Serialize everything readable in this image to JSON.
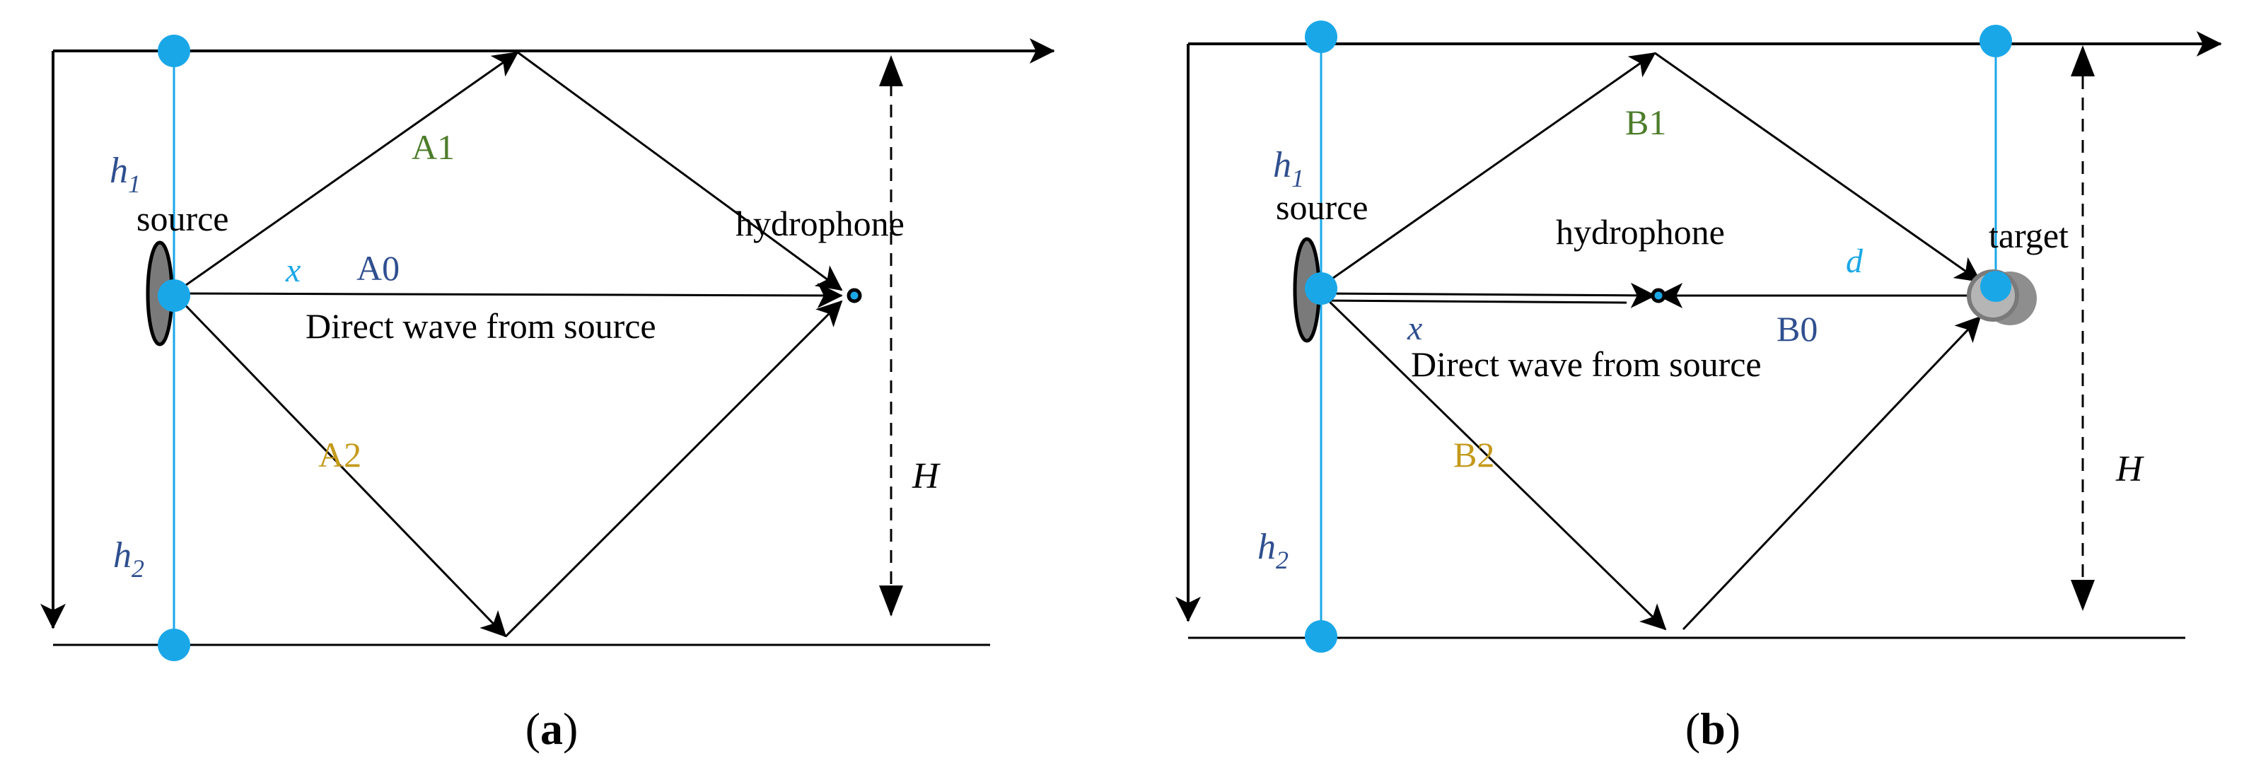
{
  "colors": {
    "line": "#000000",
    "member": "#1aa7e8",
    "member_line": "#1aa7e8",
    "green": "#4d7d2b",
    "navy": "#2f4f8f",
    "gold": "#c49a1a",
    "source_fill": "#7a7a7a",
    "target_fill": "#9a9a9a"
  },
  "panel_a": {
    "caption_open": "(",
    "caption_letter": "a",
    "caption_close": ")",
    "h1_base": "h",
    "h1_sub": "1",
    "h2_base": "h",
    "h2_sub": "2",
    "source": "source",
    "hydrophone": "hydrophone",
    "x": "x",
    "A0": "A0",
    "A1": "A1",
    "A2": "A2",
    "direct": "Direct wave from source",
    "H": "H"
  },
  "panel_b": {
    "caption_open": "(",
    "caption_letter": "b",
    "caption_close": ")",
    "h1_base": "h",
    "h1_sub": "1",
    "h2_base": "h",
    "h2_sub": "2",
    "source": "source",
    "hydrophone": "hydrophone",
    "target": "target",
    "x": "x",
    "d": "d",
    "B0": "B0",
    "B1": "B1",
    "B2": "B2",
    "direct": "Direct wave from source",
    "H": "H"
  }
}
